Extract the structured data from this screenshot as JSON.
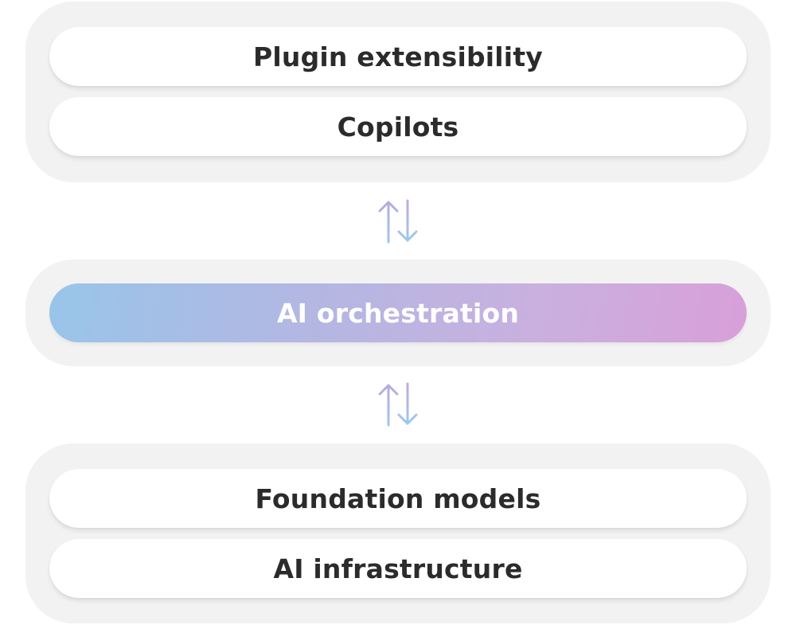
{
  "diagram": {
    "top_group": {
      "items": [
        {
          "label": "Plugin extensibility"
        },
        {
          "label": "Copilots"
        }
      ]
    },
    "middle_group": {
      "items": [
        {
          "label": "AI orchestration"
        }
      ]
    },
    "bottom_group": {
      "items": [
        {
          "label": "Foundation models"
        },
        {
          "label": "AI infrastructure"
        }
      ]
    },
    "connectors": [
      {
        "icon": "bidirectional-arrows-icon"
      },
      {
        "icon": "bidirectional-arrows-icon"
      }
    ],
    "colors": {
      "group_background": "#f2f2f2",
      "pill_background": "#ffffff",
      "text": "#2b2b2b",
      "gradient_start": "#98c5e9",
      "gradient_end": "#d99fd9",
      "arrow_up": "#a9b8e6",
      "arrow_down": "#9ec6ea"
    }
  }
}
